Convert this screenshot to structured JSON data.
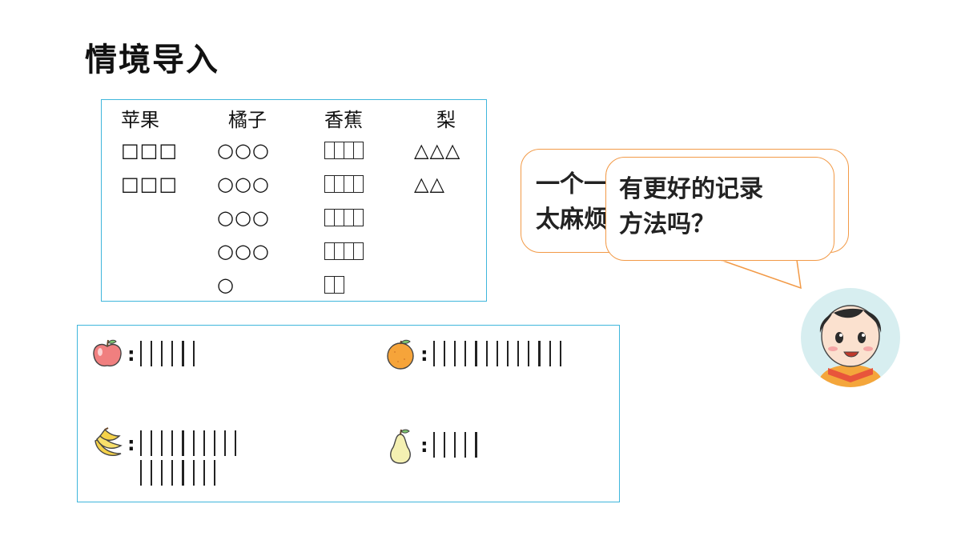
{
  "title": "情境导入",
  "table": {
    "headers": [
      "苹果",
      "橘子",
      "香蕉",
      "梨"
    ],
    "apple_rows": [
      "□□□",
      "□□□"
    ],
    "orange_rows": [
      "○○○",
      "○○○",
      "○○○",
      "○○○",
      "○"
    ],
    "banana_rows": [
      4,
      4,
      4,
      4,
      2
    ],
    "pear_rows": [
      "△△△",
      "△△"
    ]
  },
  "tally": {
    "colon": ":",
    "apple_count": 6,
    "orange_count": 13,
    "banana_count_line1": 10,
    "banana_count_line2": 8,
    "pear_count": 5
  },
  "bubbles": {
    "back_text": "一个一\n太麻烦",
    "front_text": "有更好的记录\n方法吗？"
  },
  "icons": {
    "apple": "apple-icon",
    "orange": "orange-icon",
    "banana": "banana-icon",
    "pear": "pear-icon",
    "avatar": "boy-avatar"
  },
  "colors": {
    "border": "#3fb6dc",
    "bubble_border": "#f29a47"
  }
}
